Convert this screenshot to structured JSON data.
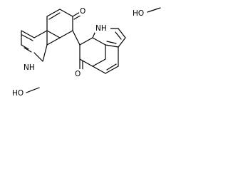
{
  "structure": {
    "molecule_left": {
      "oxygen": "O",
      "nitrogen_h": "NH"
    },
    "molecule_right": {
      "oxygen": "O",
      "nitrogen_h": "NH"
    },
    "methanol_top": {
      "label": "HO"
    },
    "methanol_bottom": {
      "label": "HO"
    }
  }
}
